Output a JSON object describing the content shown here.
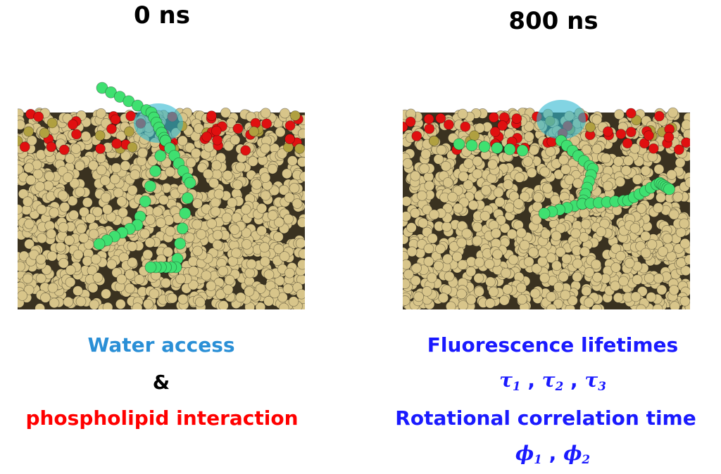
{
  "left_panel": {
    "time_label": "0 ns",
    "caption_line1": "Water access",
    "caption_line2": "&",
    "caption_line3": "phospholipid interaction"
  },
  "right_panel": {
    "time_label": "800 ns",
    "caption_line1": "Fluorescence lifetimes",
    "tau": {
      "symbol": "τ",
      "subs": [
        "1",
        "2",
        "3"
      ],
      "sep": " , "
    },
    "caption_line3": "Rotational correlation time",
    "phi": {
      "symbol": "ϕ",
      "subs": [
        "1",
        "2"
      ],
      "sep": " , "
    }
  },
  "colors": {
    "lipid": "#d8c58a",
    "oxygen": "#e01010",
    "probe": "#3fe070",
    "water": "#2fb8d0",
    "water_text": "#2a8fd6",
    "blue_text": "#1a1aff",
    "red_text": "#ff0000"
  }
}
